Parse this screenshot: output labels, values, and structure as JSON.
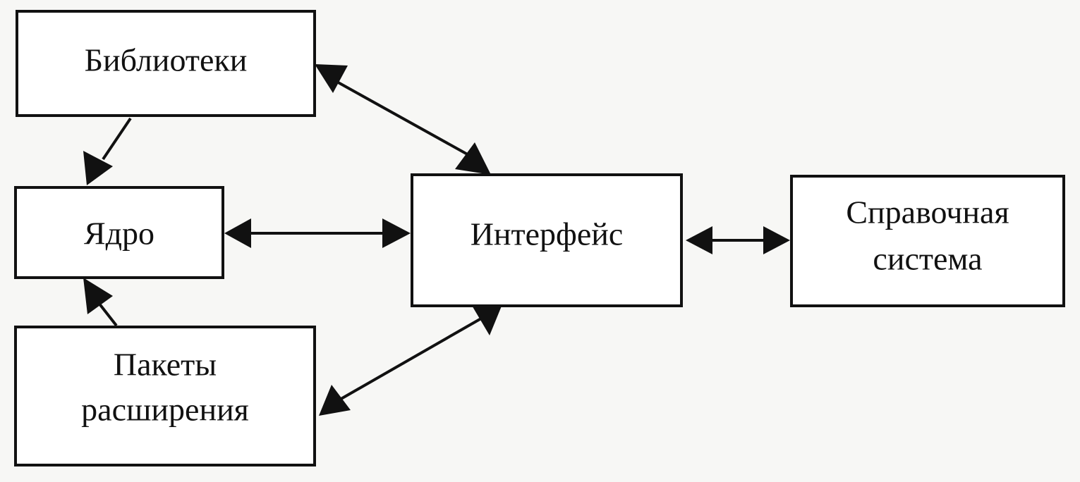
{
  "nodes": {
    "libraries": {
      "label": "Библиотеки"
    },
    "core": {
      "label": "Ядро"
    },
    "packages": {
      "line1": "Пакеты",
      "line2": "расширения"
    },
    "interface": {
      "label": "Интерфейс"
    },
    "help": {
      "line1": "Справочная",
      "line2": "система"
    }
  },
  "edges": [
    {
      "from": "libraries",
      "to": "core",
      "direction": "forward"
    },
    {
      "from": "packages",
      "to": "core",
      "direction": "forward"
    },
    {
      "from": "core",
      "to": "interface",
      "direction": "both"
    },
    {
      "from": "libraries",
      "to": "interface",
      "direction": "both"
    },
    {
      "from": "packages",
      "to": "interface",
      "direction": "both"
    },
    {
      "from": "interface",
      "to": "help",
      "direction": "both"
    }
  ],
  "colors": {
    "line": "#111111",
    "box_fill": "#ffffff",
    "background": "#f7f7f5"
  }
}
